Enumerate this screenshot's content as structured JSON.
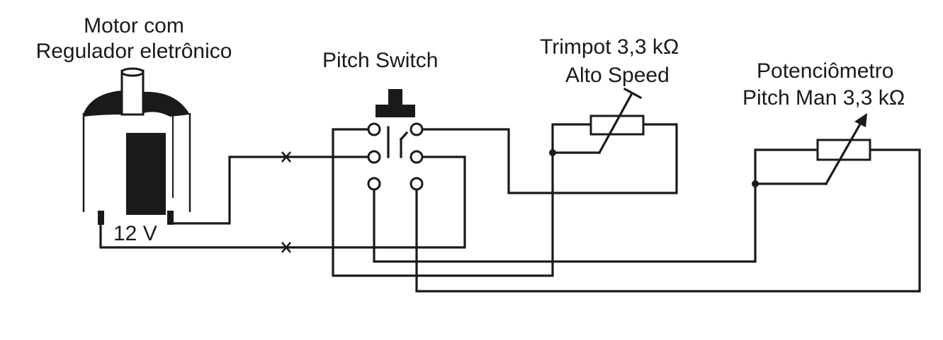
{
  "labels": {
    "motor_line1": "Motor com",
    "motor_line2": "Regulador eletrônico",
    "voltage": "12 V",
    "pitch_switch": "Pitch Switch",
    "trimpot_line1": "Trimpot 3,3 kΩ",
    "trimpot_line2": "Alto Speed",
    "pot_line1": "Potenciômetro",
    "pot_line2": "Pitch Man 3,3 kΩ"
  },
  "colors": {
    "ink": "#1a1a1a",
    "paper": "#ffffff"
  }
}
